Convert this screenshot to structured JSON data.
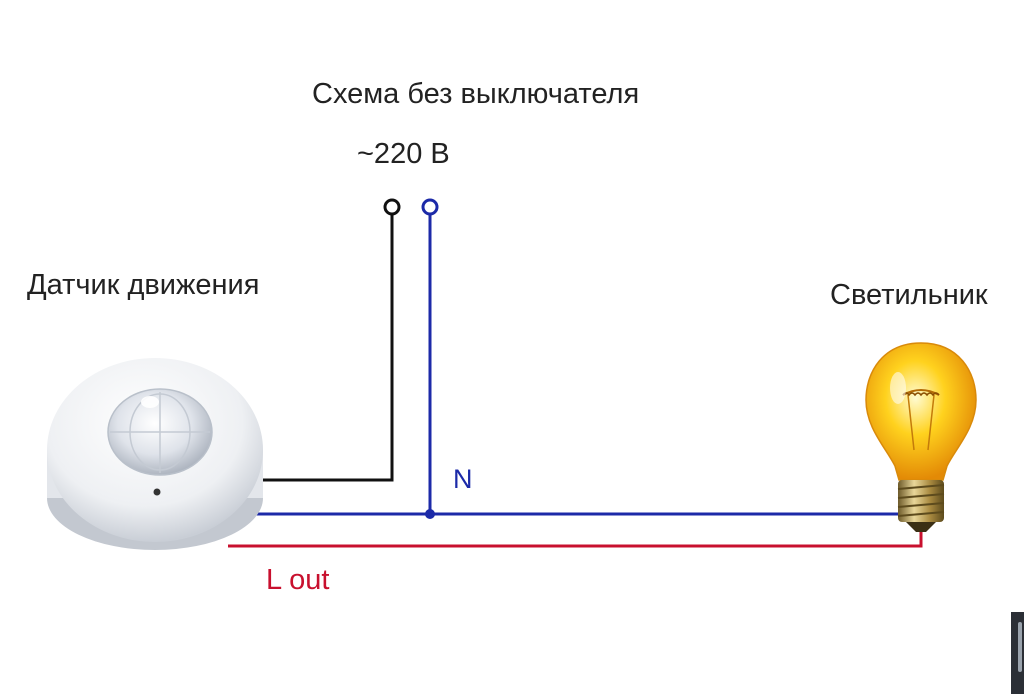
{
  "diagram": {
    "title": "Схема без выключателя",
    "voltage": "~220 В",
    "sensor_label": "Датчик движения",
    "lamp_label": "Светильник",
    "neutral_label": "N",
    "load_label": "L out"
  },
  "colors": {
    "phase_wire": "#111111",
    "neutral_wire": "#1c2aa8",
    "load_wire": "#c8102e",
    "text": "#222222"
  },
  "icons": [
    "motion-sensor-icon",
    "light-bulb-icon"
  ]
}
